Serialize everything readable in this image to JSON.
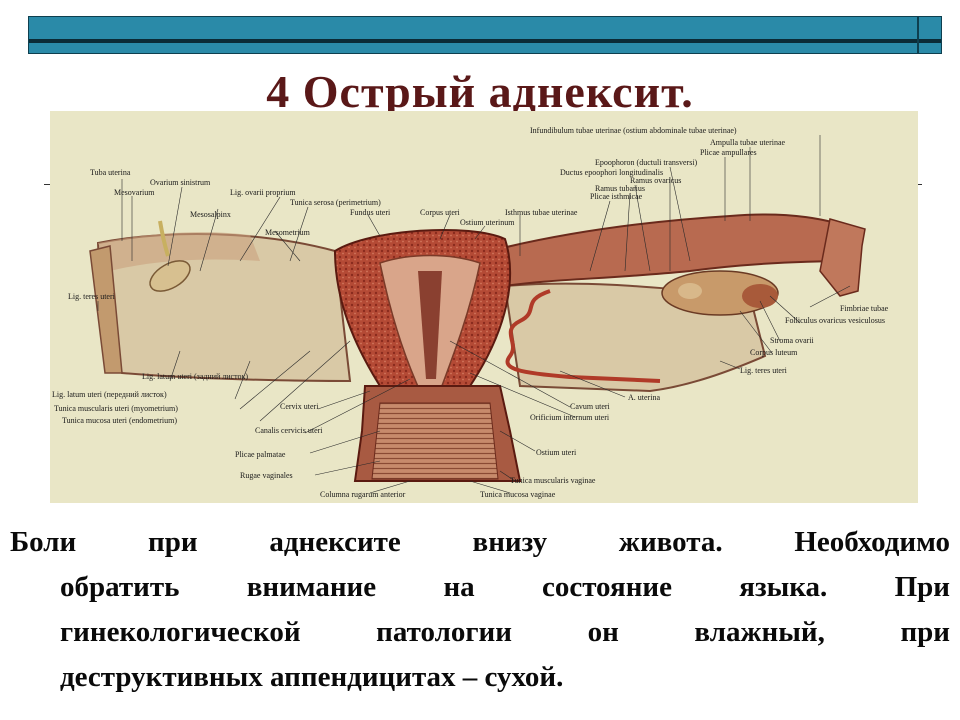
{
  "slide": {
    "title": "4 Острый аднексит.",
    "caption_lines": [
      "Боли при аднексите внизу живота. Необходимо",
      "обратить внимание на состояние языка. При",
      "гинекологической патологии он влажный, при",
      "деструктивных аппендицитах – сухой."
    ]
  },
  "figure": {
    "labels": {
      "tuba_uterina": "Tuba uterina",
      "ovarium_sinistrum": "Ovarium sinistrum",
      "mesovarium": "Mesovarium",
      "lig_ovarii_proprium": "Lig. ovarii proprium",
      "mesosalpinx": "Mesosalpinx",
      "tunica_serosa": "Tunica serosa (perimetrium)",
      "mesometrium": "Mesometrium",
      "fundus_uteri": "Fundus uteri",
      "corpus_uteri": "Corpus uteri",
      "ostium_uterinum": "Ostium uterinum",
      "isthmus_tubae": "Isthmus tubae uterinae",
      "infundibulum": "Infundibulum tubae uterinae (ostium abdominale tubae uterinae)",
      "ampulla": "Ampulla tubae uterinae",
      "plicae_ampullares": "Plicae ampullares",
      "epoophoron": "Epoophoron (ductuli transversi)",
      "ductus_epoophori": "Ductus epoophori longitudinalis",
      "ramus_ovaricus": "Ramus ovaricus",
      "ramus_tubarius": "Ramus tubarius",
      "plicae_isthmicae": "Plicae isthmicae",
      "lig_teres_uteri_left": "Lig. teres uteri",
      "lig_latum": "Lig. latum uteri (задний листок)",
      "lig_latum_front": "Lig. latum uteri (передний листок)",
      "tunica_muscularis_uteri": "Tunica muscularis uteri (myometrium)",
      "tunica_mucosa_uteri": "Tunica mucosa uteri (endometrium)",
      "cervix_uteri": "Cervix uteri",
      "canalis_cervicis": "Canalis cervicis uteri",
      "plicae_palmatae": "Plicae palmatae",
      "rugae_vaginales": "Rugae vaginales",
      "columna_rugarum": "Columna rugarum anterior",
      "tunica_mucosa_vaginae": "Tunica mucosa vaginae",
      "tunica_muscularis_vaginae": "Tunica muscularis vaginae",
      "ostium_uteri": "Ostium uteri",
      "orificium_internum": "Orificium internum uteri",
      "cavum_uteri": "Cavum uteri",
      "a_uterina": "A. uterina",
      "lig_teres_uteri_right": "Lig. teres uteri",
      "corpus_luteum": "Corpus luteum",
      "stroma_ovarii": "Stroma ovarii",
      "folliculus": "Folliculus ovaricus vesiculosus",
      "fimbriae": "Fimbriae tubae"
    }
  }
}
